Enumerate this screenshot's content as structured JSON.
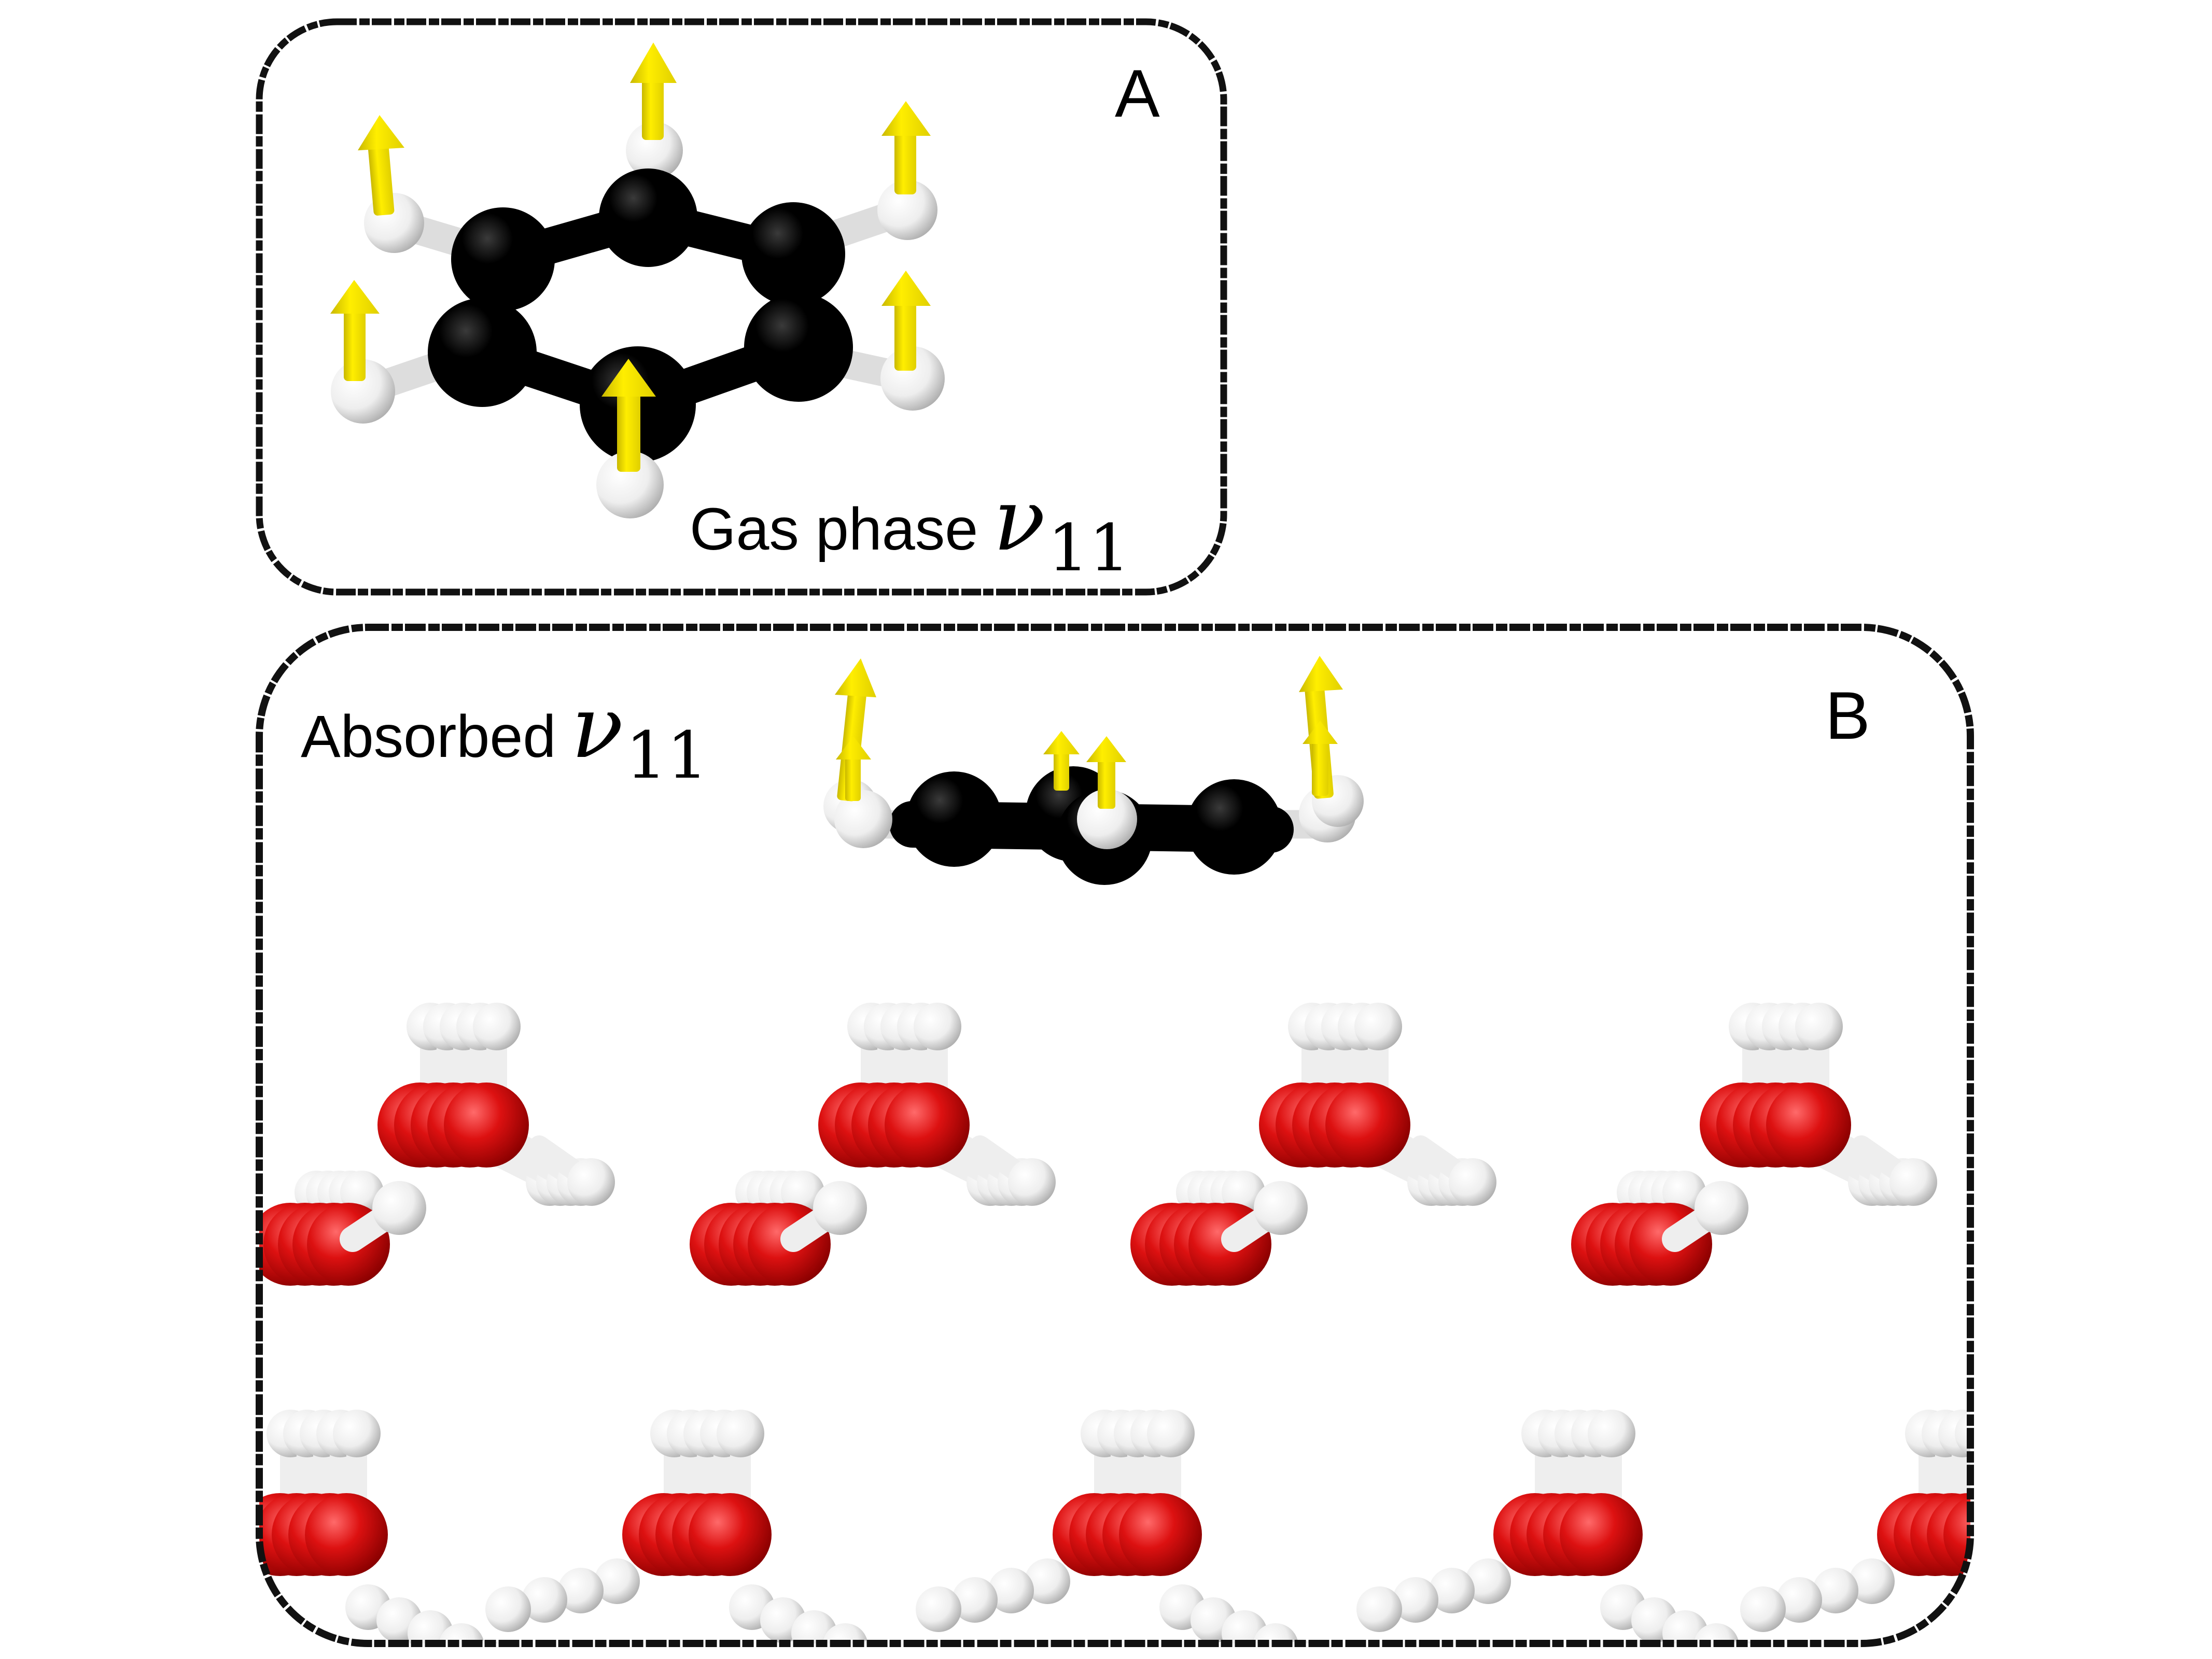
{
  "panel_a": {
    "label": "A",
    "caption": "Gas phase",
    "mode_symbol": "ν",
    "mode_index": "11"
  },
  "panel_b": {
    "label": "B",
    "caption": "Absorbed",
    "mode_symbol": "ν",
    "mode_index": "11"
  },
  "colors": {
    "carbon": "#000000",
    "hydrogen": "#f2f2f2",
    "oxygen": "#d01010",
    "displacement_arrow": "#ffee00",
    "frame": "#111111"
  }
}
